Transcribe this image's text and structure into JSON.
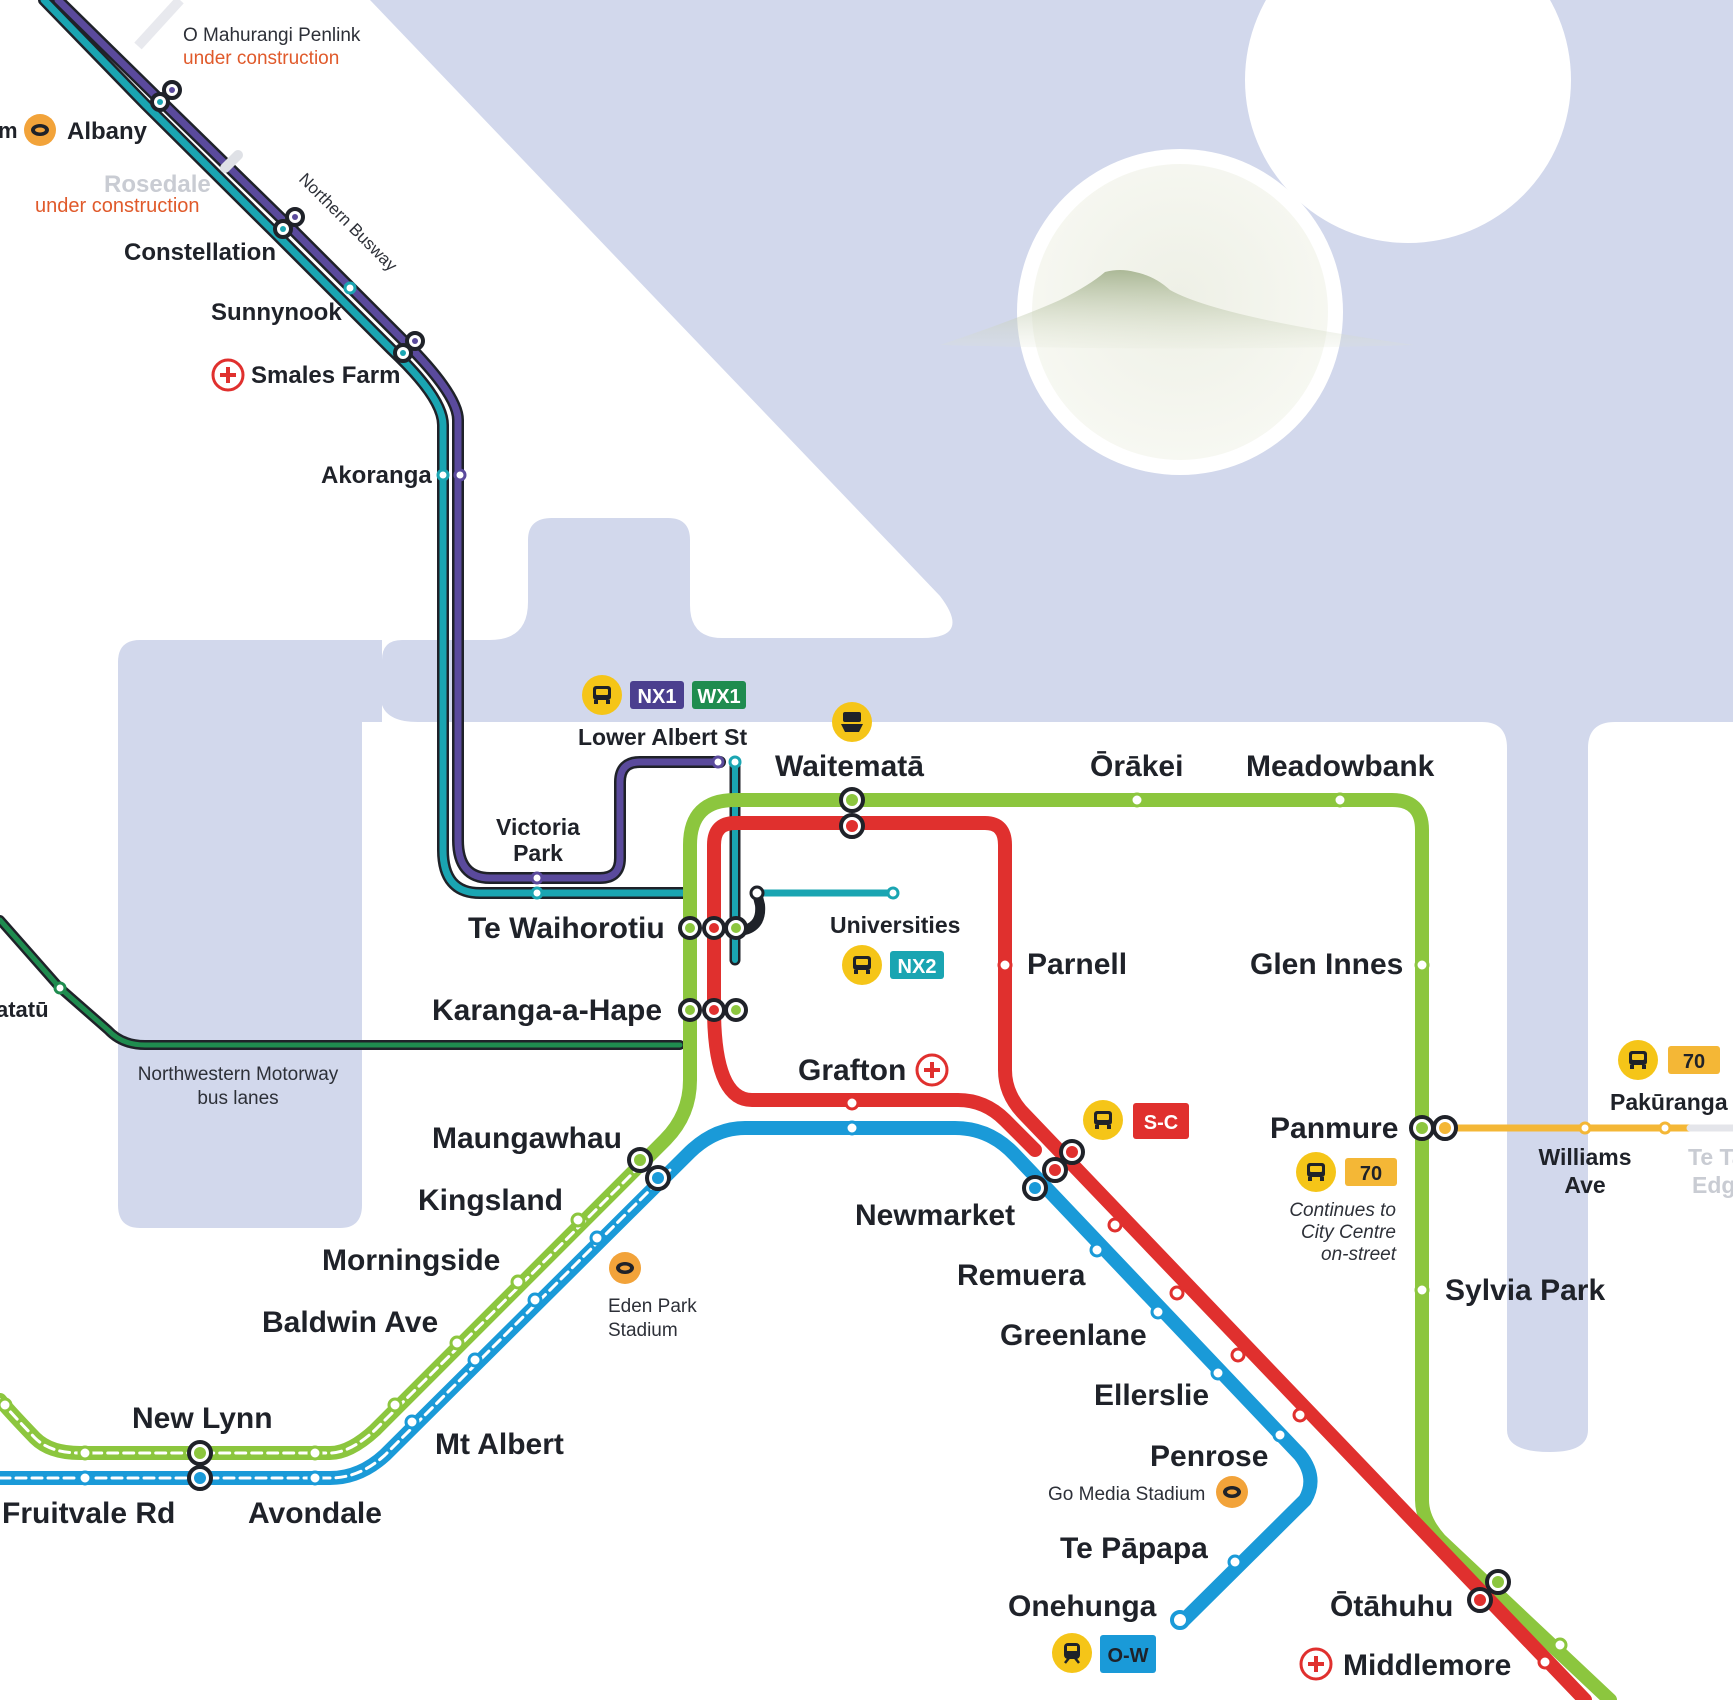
{
  "colors": {
    "water": "#d2d8ec",
    "eastern": "#8cc63e",
    "southern": "#e0302e",
    "onehunga": "#1a9ad8",
    "northern_busway": "#5a4a9c",
    "busway_teal": "#1aa5b2",
    "northwestern": "#1f8c4f",
    "bus_route": "#f4b736",
    "bus_icon": "#f5c518",
    "ferry_icon": "#f2a33a"
  },
  "stations": {
    "albany": "Albany",
    "constellation": "Constellation",
    "sunnynook": "Sunnynook",
    "smales_farm": "Smales Farm",
    "akoranga": "Akoranga",
    "victoria_park_1": "Victoria",
    "victoria_park_2": "Park",
    "lower_albert_st": "Lower Albert St",
    "waitemata": "Waitematā",
    "orakei": "Ōrākei",
    "meadowbank": "Meadowbank",
    "te_waihorotiu": "Te Waihorotiu",
    "universities": "Universities",
    "parnell": "Parnell",
    "glen_innes": "Glen Innes",
    "karanga_a_hape": "Karanga-a-Hape",
    "grafton": "Grafton",
    "pakuranga": "Pakūranga",
    "panmure": "Panmure",
    "williams_ave_1": "Williams",
    "williams_ave_2": "Ave",
    "maungawhau": "Maungawhau",
    "kingsland": "Kingsland",
    "newmarket": "Newmarket",
    "morningside": "Morningside",
    "remuera": "Remuera",
    "sylvia_park": "Sylvia Park",
    "baldwin_ave": "Baldwin Ave",
    "greenlane": "Greenlane",
    "ellerslie": "Ellerslie",
    "new_lynn": "New Lynn",
    "mt_albert": "Mt Albert",
    "penrose": "Penrose",
    "fruitvale_rd": "Fruitvale Rd",
    "avondale": "Avondale",
    "te_papapa": "Te Pāpapa",
    "onehunga": "Onehunga",
    "otahuhu": "Ōtāhuhu",
    "middlemore": "Middlemore",
    "rosedale": "Rosedale",
    "te_ta_1": "Te Ta",
    "te_ta_2": "Edg",
    "atatu": "atatū",
    "left_edge": "m"
  },
  "labels": {
    "penlink": "O Mahurangi Penlink",
    "penlink_status": "under construction",
    "rosedale_status": "under construction",
    "northern_busway": "Northern Busway",
    "nw_motorway_1": "Northwestern Motorway",
    "nw_motorway_2": "bus lanes",
    "eden_park_1": "Eden Park",
    "eden_park_2": "Stadium",
    "go_media": "Go Media Stadium",
    "continues_1": "Continues to",
    "continues_2": "City Centre",
    "continues_3": "on-street"
  },
  "badges": {
    "nx1": "NX1",
    "wx1": "WX1",
    "nx2": "NX2",
    "sc": "S-C",
    "route70_a": "70",
    "route70_b": "70",
    "ow": "O-W"
  },
  "icons": [
    "bus-icon",
    "ferry-icon",
    "train-icon",
    "hospital-icon",
    "stadium-icon",
    "volcano-island"
  ]
}
